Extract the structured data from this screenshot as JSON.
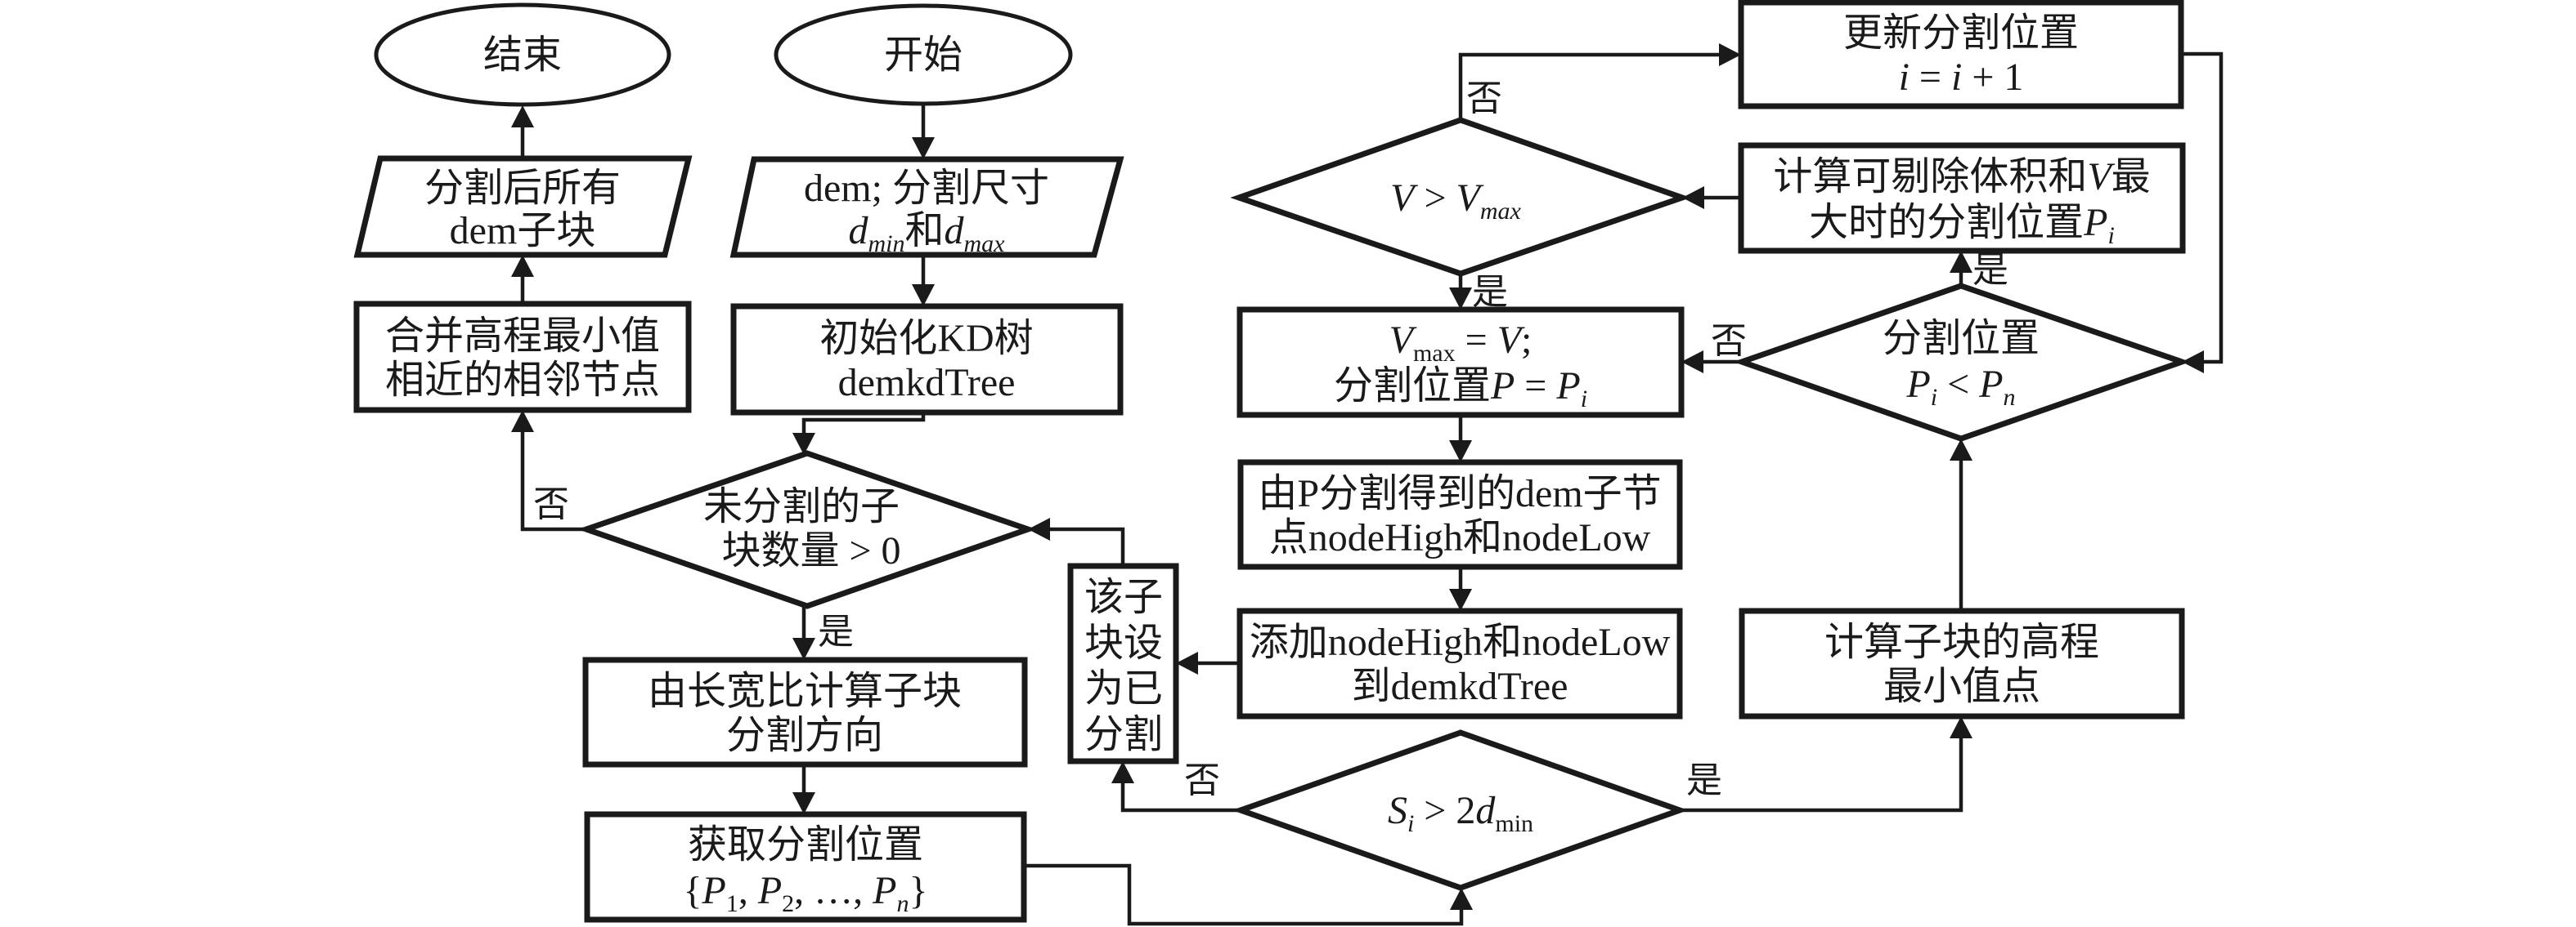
{
  "diagram": {
    "title": "DEM KD-tree segmentation flowchart",
    "colors": {
      "stroke": "#1a1a1a",
      "fill": "#ffffff",
      "background": "#ffffff"
    },
    "nodes": {
      "end": {
        "type": "terminal",
        "lines": [
          "结束"
        ]
      },
      "start": {
        "type": "terminal",
        "lines": [
          "开始"
        ]
      },
      "output": {
        "type": "io",
        "lines": [
          "分割后所有",
          "dem子块"
        ]
      },
      "input": {
        "type": "io",
        "lines": [
          "dem; 分割尺寸",
          "d_min和d_max"
        ],
        "line2_parts": [
          "d",
          "min",
          "和",
          "d",
          "max"
        ]
      },
      "merge": {
        "type": "process",
        "lines": [
          "合并高程最小值",
          "相近的相邻节点"
        ]
      },
      "init_tree": {
        "type": "process",
        "lines": [
          "初始化KD树",
          "demkdTree"
        ]
      },
      "unsplit_check": {
        "type": "decision",
        "lines": [
          "未分割的子",
          "块数量 > 0"
        ]
      },
      "direction": {
        "type": "process",
        "lines": [
          "由长宽比计算子块",
          "分割方向"
        ]
      },
      "get_positions": {
        "type": "process",
        "lines": [
          "获取分割位置",
          "{P1, P2, …, Pn}"
        ],
        "line2_parts": [
          "{",
          "P",
          "1",
          ", ",
          "P",
          "2",
          ", …, ",
          "P",
          "n",
          "}"
        ]
      },
      "mark_split": {
        "type": "process",
        "lines": [
          "该子",
          "块设",
          "为已",
          "分割"
        ]
      },
      "size_check": {
        "type": "decision",
        "lines": [
          "Si > 2dmin"
        ],
        "parts": [
          "S",
          "i",
          " > 2",
          "d",
          "min"
        ]
      },
      "add_nodes": {
        "type": "process",
        "lines": [
          "添加nodeHigh和nodeLow",
          "到demkdTree"
        ]
      },
      "split_nodes": {
        "type": "process",
        "lines": [
          "由P分割得到的dem子节",
          "点nodeHigh和nodeLow"
        ]
      },
      "vmax_assign": {
        "type": "process",
        "lines": [
          "Vmax = V;",
          "分割位置P = Pi"
        ],
        "line1_parts": [
          "V",
          "max",
          " = ",
          "V",
          ";"
        ],
        "line2_parts": [
          "分割位置",
          "P",
          " = ",
          "P",
          "i"
        ]
      },
      "v_check": {
        "type": "decision",
        "lines": [
          "V > Vmax"
        ],
        "parts": [
          "V",
          " > ",
          "V",
          "max"
        ]
      },
      "update_pos": {
        "type": "process",
        "lines": [
          "更新分割位置",
          "i = i + 1"
        ],
        "line2_parts": [
          "i",
          " = ",
          "i",
          " + 1"
        ]
      },
      "calc_volume": {
        "type": "process",
        "lines": [
          "计算可剔除体积和V最",
          "大时的分割位置Pi"
        ],
        "line1_parts": [
          "计算可剔除体积和",
          "V",
          "最"
        ],
        "line2_parts": [
          "大时的分割位置",
          "P",
          "i"
        ]
      },
      "pos_check": {
        "type": "decision",
        "lines": [
          "分割位置",
          "Pi < Pn"
        ],
        "line2_parts": [
          "P",
          "i",
          " < ",
          "P",
          "n"
        ]
      },
      "calc_min": {
        "type": "process",
        "lines": [
          "计算子块的高程",
          "最小值点"
        ]
      }
    },
    "edge_labels": {
      "yes": "是",
      "no": "否"
    },
    "edges": [
      {
        "from": "start",
        "to": "input"
      },
      {
        "from": "input",
        "to": "init_tree"
      },
      {
        "from": "init_tree",
        "to": "unsplit_check"
      },
      {
        "from": "unsplit_check",
        "to": "merge",
        "label": "否"
      },
      {
        "from": "merge",
        "to": "output"
      },
      {
        "from": "output",
        "to": "end"
      },
      {
        "from": "unsplit_check",
        "to": "direction",
        "label": "是"
      },
      {
        "from": "direction",
        "to": "get_positions"
      },
      {
        "from": "get_positions",
        "to": "size_check"
      },
      {
        "from": "size_check",
        "to": "mark_split",
        "label": "否"
      },
      {
        "from": "size_check",
        "to": "calc_min",
        "label": "是"
      },
      {
        "from": "calc_min",
        "to": "pos_check"
      },
      {
        "from": "pos_check",
        "to": "calc_volume",
        "label": "是"
      },
      {
        "from": "pos_check",
        "to": "vmax_assign",
        "label": "否"
      },
      {
        "from": "calc_volume",
        "to": "v_check"
      },
      {
        "from": "v_check",
        "to": "vmax_assign",
        "label": "是"
      },
      {
        "from": "v_check",
        "to": "update_pos",
        "label": "否"
      },
      {
        "from": "update_pos",
        "to": "pos_check"
      },
      {
        "from": "vmax_assign",
        "to": "split_nodes"
      },
      {
        "from": "split_nodes",
        "to": "add_nodes"
      },
      {
        "from": "add_nodes",
        "to": "mark_split"
      },
      {
        "from": "mark_split",
        "to": "unsplit_check"
      }
    ]
  }
}
